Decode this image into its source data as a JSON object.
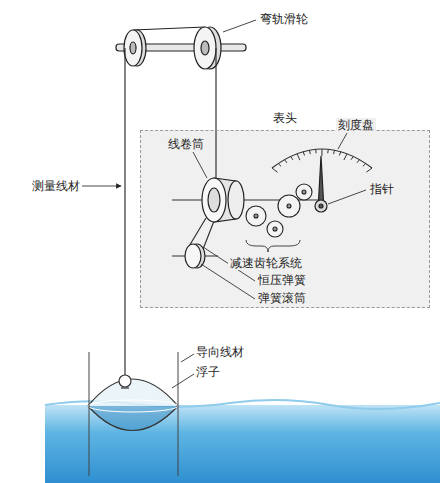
{
  "diagram": {
    "nodes": [
      {
        "text": [
          "表头"
        ]
      }
    ],
    "labels": [
      "弯轨滑轮",
      "线卷筒",
      "刻度盘",
      "指针",
      "减速齿轮系统",
      "恒压弹簧",
      "弹簧滚筒",
      "测量线材",
      "导向线材",
      "浮子"
    ]
  }
}
